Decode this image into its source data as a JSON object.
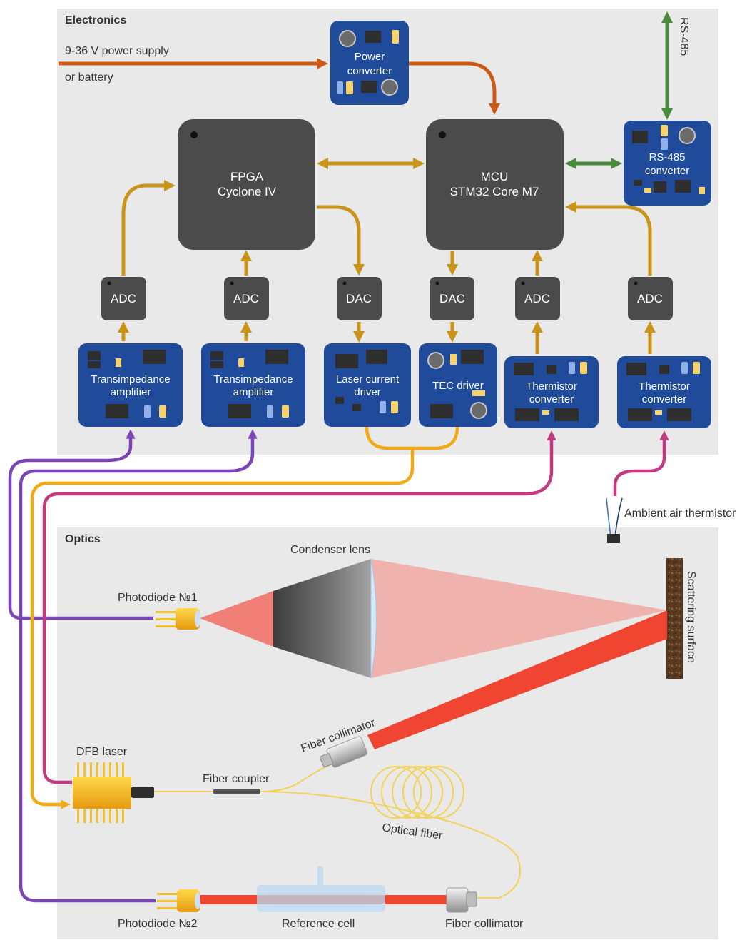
{
  "sections": {
    "electronics": "Electronics",
    "optics": "Optics"
  },
  "power": {
    "supply_line1": "9-36 V power supply",
    "supply_line2": "or battery",
    "converter_line1": "Power",
    "converter_line2": "converter"
  },
  "fpga": {
    "line1": "FPGA",
    "line2": "Cyclone IV"
  },
  "mcu": {
    "line1": "MCU",
    "line2": "STM32 Core M7"
  },
  "rs485": {
    "label": "RS-485",
    "converter_line1": "RS-485",
    "converter_line2": "converter"
  },
  "converters": {
    "adc1": "ADC",
    "adc2": "ADC",
    "dac1": "DAC",
    "dac2": "DAC",
    "adc3": "ADC",
    "adc4": "ADC"
  },
  "boards": {
    "tia1_l1": "Transimpedance",
    "tia1_l2": "amplifier",
    "tia2_l1": "Transimpedance",
    "tia2_l2": "amplifier",
    "laser_l1": "Laser current",
    "laser_l2": "driver",
    "tec": "TEC driver",
    "therm1_l1": "Thermistor",
    "therm1_l2": "converter",
    "therm2_l1": "Thermistor",
    "therm2_l2": "converter"
  },
  "optics": {
    "ambient_thermistor": "Ambient air thermistor",
    "condenser_lens": "Condenser lens",
    "photodiode1": "Photodiode №1",
    "scattering_surface": "Scattering surface",
    "fiber_collimator_top": "Fiber collimator",
    "dfb_laser": "DFB laser",
    "fiber_coupler": "Fiber coupler",
    "optical_fiber": "Optical fiber",
    "photodiode2": "Photodiode №2",
    "reference_cell": "Reference cell",
    "fiber_collimator_bottom": "Fiber collimator"
  },
  "colors": {
    "power": "#cc5a14",
    "data": "#c89419",
    "comm": "#4a8a3e",
    "photodiode": "#7b45b8",
    "laser": "#f2aa12",
    "thermistor": "#c23a82",
    "chip": "#4b4b4b",
    "pcb": "#1f4b9a",
    "beam": "#f04530"
  }
}
